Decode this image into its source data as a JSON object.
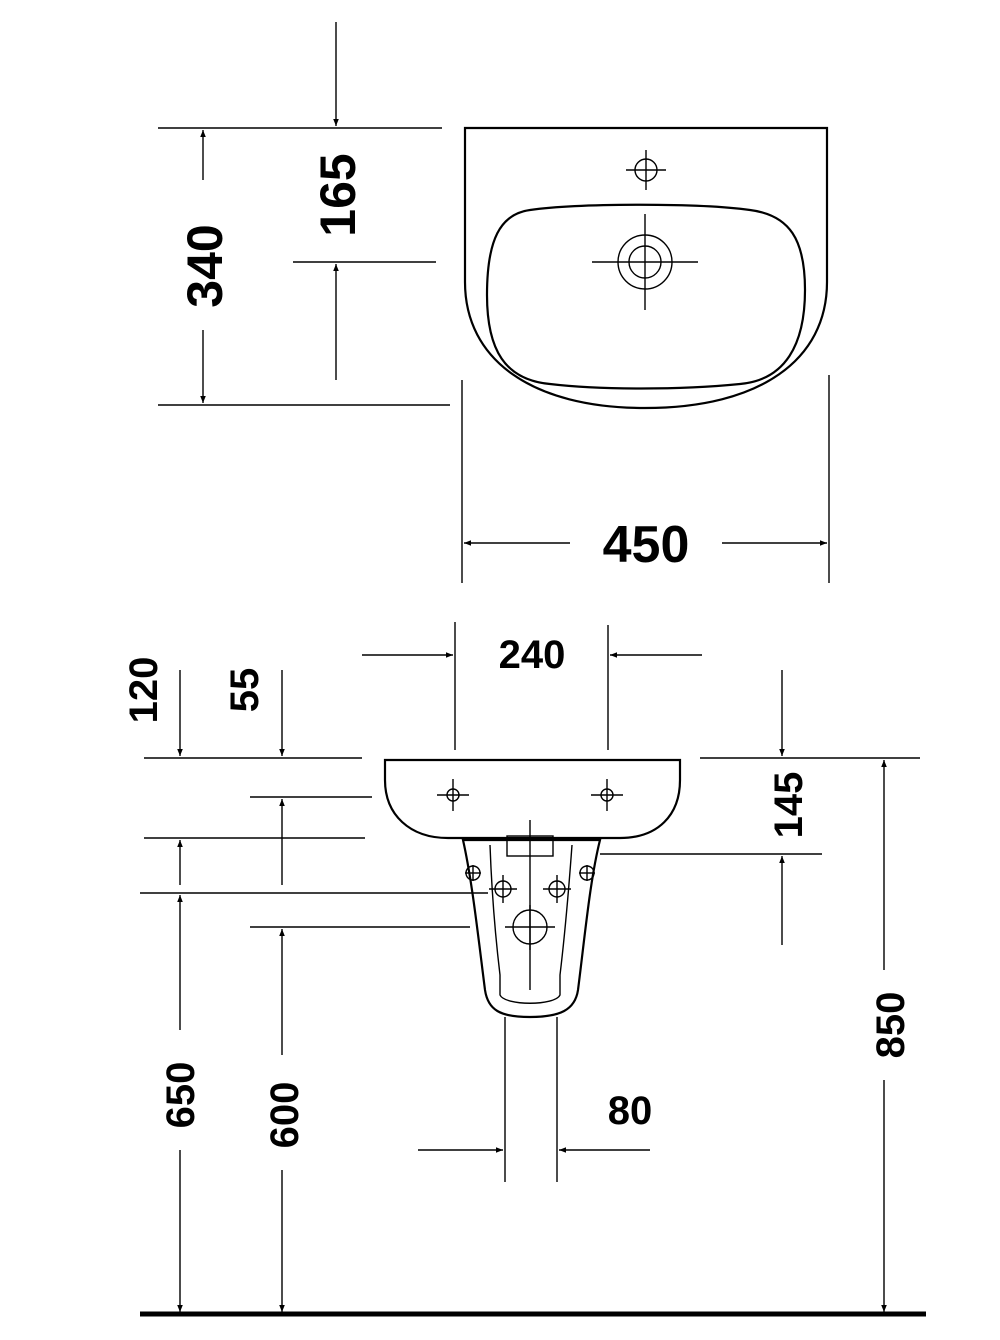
{
  "title": "",
  "colors": {
    "line": "#000000",
    "background": "#ffffff"
  },
  "top_view": {
    "depth_label": "340",
    "tap_hole_to_drain_label": "165",
    "width_label": "450"
  },
  "front_view": {
    "tap_hole_spacing_label": "240",
    "offset_top_left_label": "120",
    "offset_inner_label": "55",
    "rim_height_label": "145",
    "floor_to_rim_label": "850",
    "fixing_height_label": "650",
    "inner_fixing_height_label": "600",
    "pedestal_width_label": "80"
  }
}
